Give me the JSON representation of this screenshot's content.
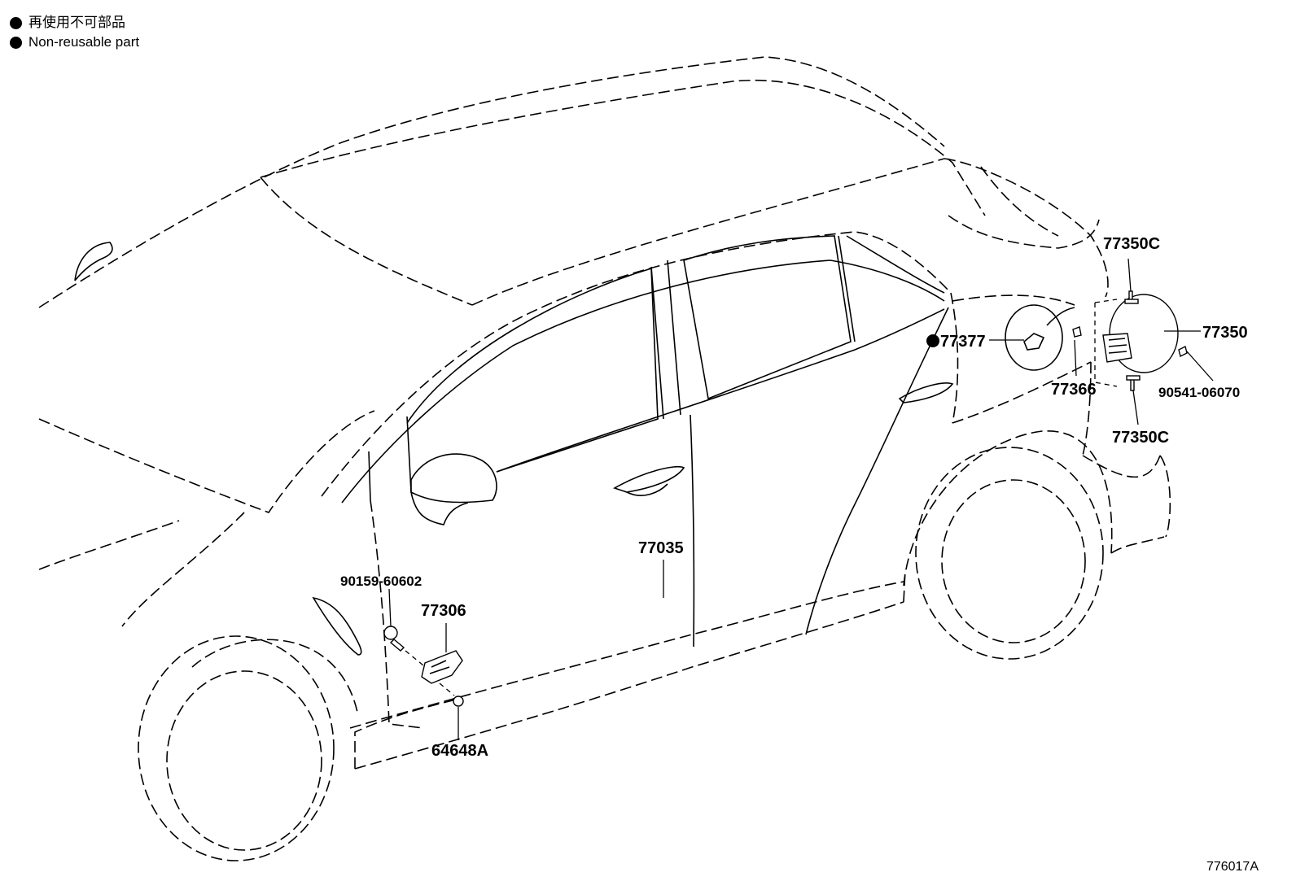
{
  "legend": {
    "line_jp": "再使用不可部品",
    "line_en": "Non-reusable part"
  },
  "diagram_ref": "776017A",
  "parts": {
    "p77350C_top": "77350C",
    "p77350": "77350",
    "p77377": "77377",
    "p77366": "77366",
    "p90541": "90541-06070",
    "p77350C_bottom": "77350C",
    "p77035": "77035",
    "p90159": "90159-60602",
    "p77306": "77306",
    "p64648A": "64648A"
  },
  "non_reusable_marker_on": "77377"
}
